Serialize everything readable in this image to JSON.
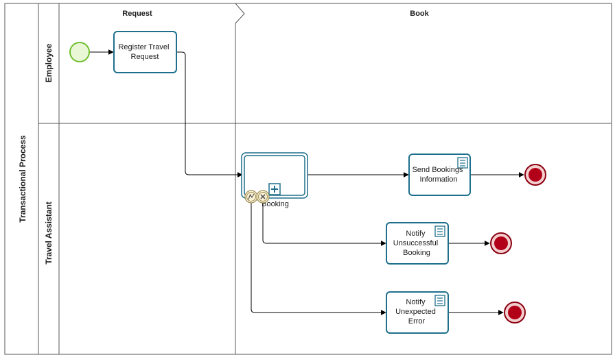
{
  "pool": {
    "title": "Transactional Process"
  },
  "lanes": [
    {
      "id": "employee",
      "label": "Employee"
    },
    {
      "id": "travel_assistant",
      "label": "Travel Assistant"
    }
  ],
  "phases": [
    {
      "id": "request",
      "label": "Request"
    },
    {
      "id": "book",
      "label": "Book"
    }
  ],
  "tasks": {
    "register": {
      "lines": [
        "Register Travel",
        "Request"
      ]
    },
    "booking": {
      "label": "Booking"
    },
    "send_info": {
      "lines": [
        "Send Bookings",
        "Information"
      ]
    },
    "notify_unsuccessful": {
      "lines": [
        "Notify",
        "Unsuccessful",
        "Booking"
      ]
    },
    "notify_error": {
      "lines": [
        "Notify",
        "Unexpected",
        "Error"
      ]
    }
  },
  "colors": {
    "task_border": "#1e6f8c",
    "task_fill": "#ffffff",
    "start_fill": "#e9f7d6",
    "start_stroke": "#6fbf2f",
    "end_fill": "#b20018",
    "end_stroke": "#8a0010",
    "end_halo": "#f3d0d0",
    "flow": "#000000",
    "lane_line": "#555555"
  }
}
